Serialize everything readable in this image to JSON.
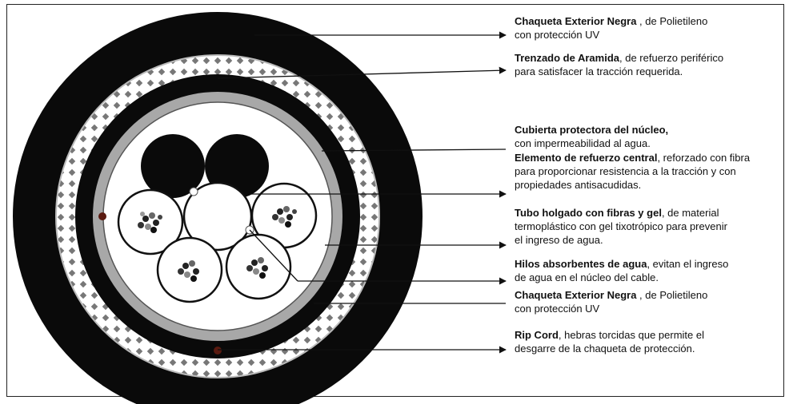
{
  "labels": [
    {
      "bold": "Chaqueta Exterior Negra",
      "text": " , de Polietileno",
      "line2": "con protección UV"
    },
    {
      "bold": "Trenzado de Aramida",
      "text": ", de refuerzo periférico",
      "line2": "para satisfacer la tracción requerida."
    },
    {
      "bold": "Cubierta protectora del núcleo,",
      "text": "",
      "line2": "con impermeabilidad al agua."
    },
    {
      "bold": "Elemento de refuerzo central",
      "text": ", reforzado con fibra",
      "line2": "para proporcionar resistencia a la tracción y con",
      "line3": "propiedades antisacudidas."
    },
    {
      "bold": "Tubo holgado con fibras y gel",
      "text": ", de material",
      "line2": "termoplástico con gel tixotrópico para prevenir",
      "line3": "el ingreso de agua."
    },
    {
      "bold": "Hilos absorbentes de agua",
      "text": ", evitan el ingreso",
      "line2": "de agua en el núcleo del cable."
    },
    {
      "bold": "Chaqueta Exterior Negra",
      "text": " , de Polietileno",
      "line2": "con protección UV"
    },
    {
      "bold": "Rip Cord",
      "text": ", hebras torcidas que permite el",
      "line2": "desgarre de la chaqueta de protección."
    }
  ],
  "colors": {
    "jacket": "#0a0a0a",
    "aramid": "#9a9a9a",
    "core_shell": "#a8a8a8",
    "background": "#ffffff"
  }
}
